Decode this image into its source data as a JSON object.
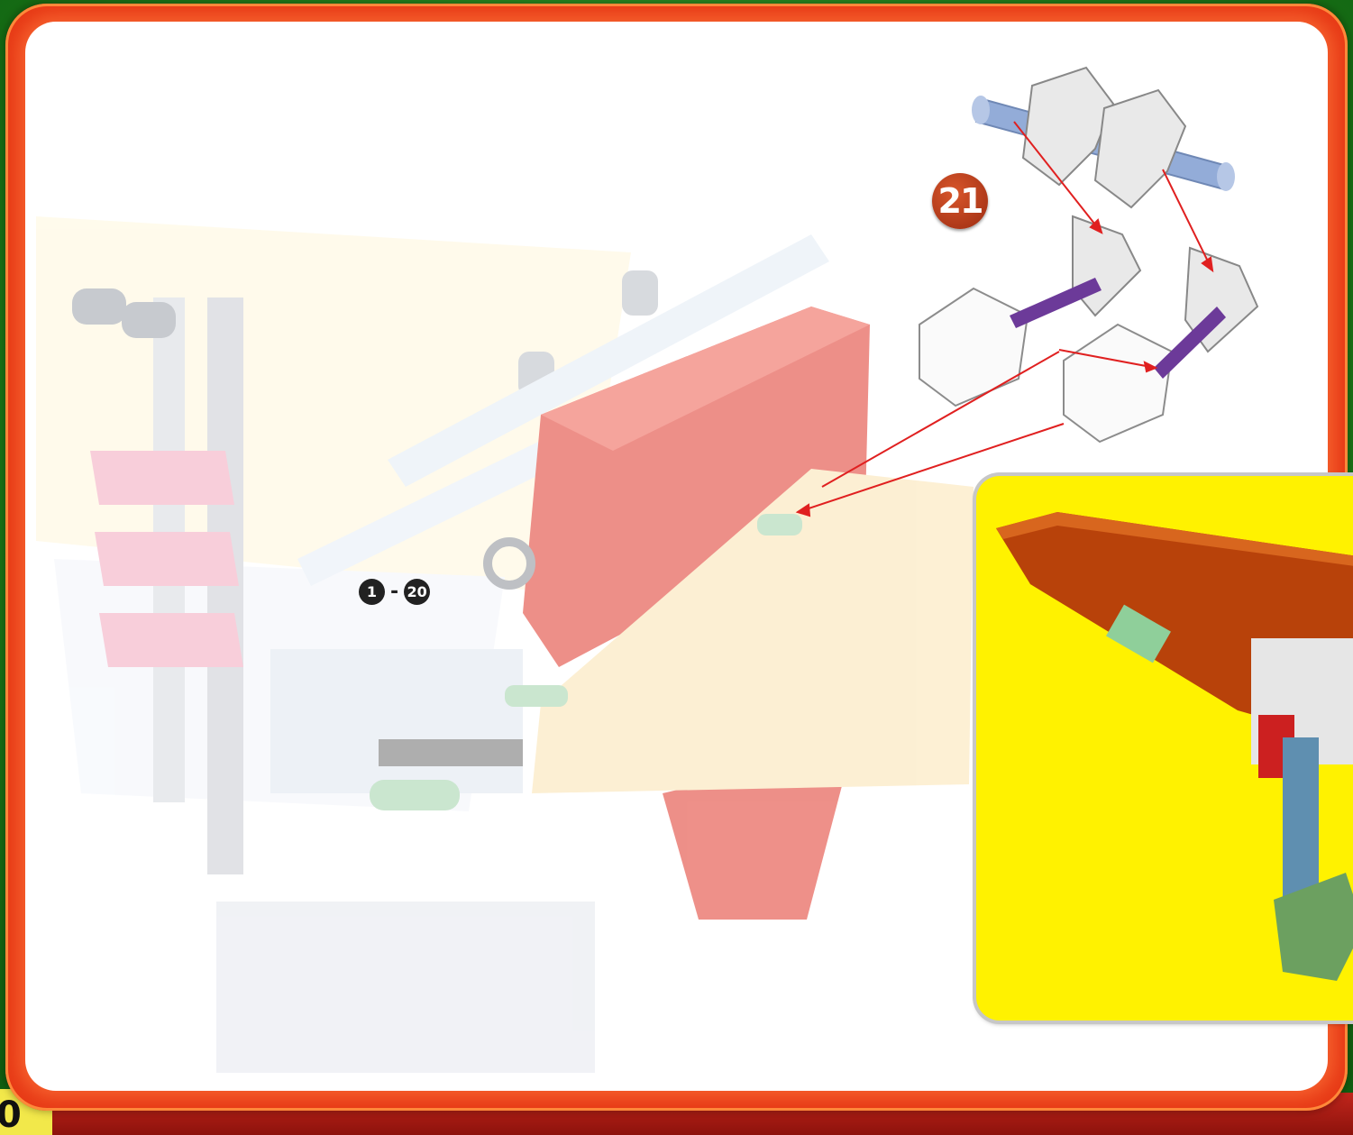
{
  "step": {
    "number": "21"
  },
  "prior_steps": {
    "from": "1",
    "separator": "-",
    "to": "20"
  },
  "page_number_fragment": "0",
  "colors": {
    "frame_green": "#1f8a1a",
    "panel_red": "#e73a16",
    "inset_yellow": "#fff200",
    "arrow_red": "#e02020",
    "rod_blue": "#93acd8",
    "rod_purple": "#6c3a99"
  }
}
